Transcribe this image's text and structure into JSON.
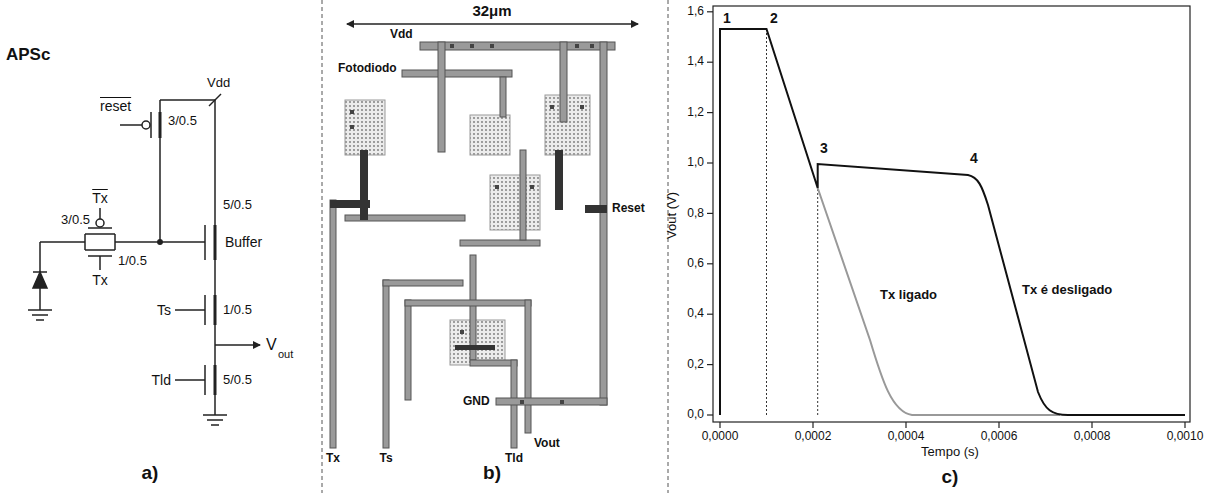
{
  "diagram": {
    "labels": [
      "APSc",
      "Vdd",
      "reset",
      "3/0.5",
      "Tx",
      "3/0.5",
      "5/0.5",
      "Buffer",
      "1/0.5",
      "Tx",
      "Ts",
      "1/0.5",
      "V",
      "out",
      "Tld",
      "5/0.5",
      "a)",
      "32μm",
      "Vdd",
      "Fotodiodo",
      "Reset",
      "GND",
      "Tx",
      "Ts",
      "Tld",
      "Vout",
      "b)",
      "1,6",
      "1,4",
      "1,2",
      "1,0",
      "0,8",
      "0,6",
      "0,4",
      "0,2",
      "0,0",
      "0,0000",
      "0,0002",
      "0,0004",
      "0,0006",
      "0,0008",
      "0,0010",
      "Vout (V)",
      "Tempo (s)",
      "1",
      "2",
      "3",
      "4",
      "Tx ligado",
      "Tx é desligado",
      "c)"
    ]
  }
}
